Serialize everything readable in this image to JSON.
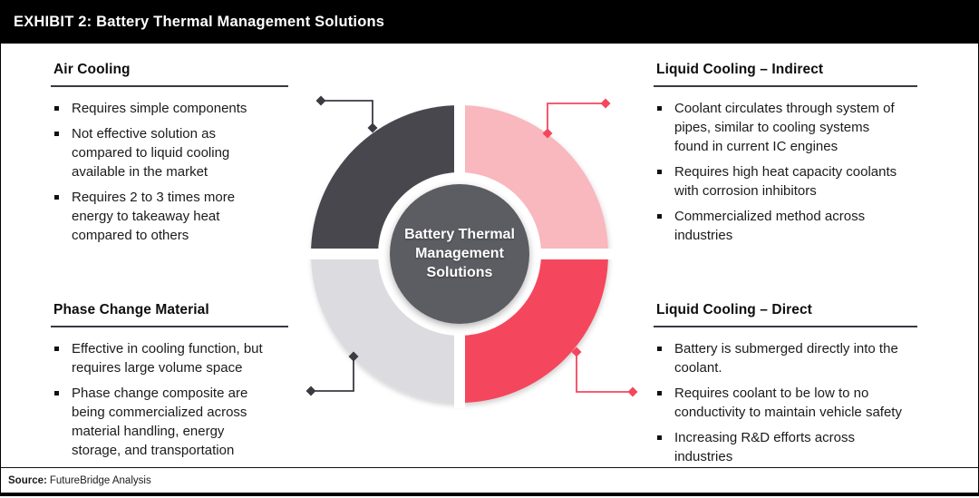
{
  "header": {
    "title": "EXHIBIT 2: Battery Thermal Management Solutions"
  },
  "center": {
    "label": "Battery Thermal Management Solutions"
  },
  "sections": [
    {
      "title": "Air Cooling",
      "bullets": [
        "Requires simple components",
        "Not effective solution as compared to liquid cooling available in the market",
        "Requires 2 to 3 times more energy to takeaway heat compared to others"
      ]
    },
    {
      "title": "Liquid Cooling – Indirect",
      "bullets": [
        "Coolant circulates through system of pipes, similar to cooling systems found in current IC engines",
        "Requires high heat capacity coolants with corrosion inhibitors",
        "Commercialized method across industries"
      ]
    },
    {
      "title": "Phase Change Material",
      "bullets": [
        "Effective in cooling function, but requires large volume space",
        "Phase change composite are being commercialized across material handling, energy storage, and transportation"
      ]
    },
    {
      "title": "Liquid Cooling – Direct",
      "bullets": [
        "Battery is submerged directly into the coolant.",
        "Requires coolant to be low to no conductivity to maintain vehicle safety",
        "Increasing R&D efforts across industries"
      ]
    }
  ],
  "source": {
    "label": "Source:",
    "text": "FutureBridge Analysis"
  },
  "colors": {
    "header_bg": "#000000",
    "quadrant_dark": "#46464e",
    "quadrant_pink": "#f8b8bd",
    "quadrant_gray": "#dcdbe0",
    "quadrant_red": "#f4475d",
    "center_circle": "#5c5b63",
    "connector_dark": "#3c3b43",
    "connector_red": "#f4475d"
  }
}
